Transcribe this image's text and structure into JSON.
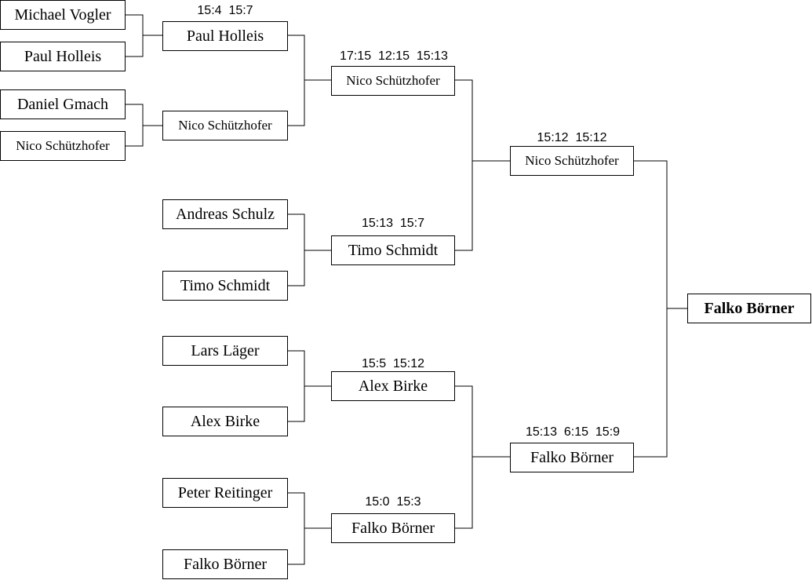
{
  "bracket": {
    "round1": [
      {
        "name": "Michael Vogler"
      },
      {
        "name": "Paul Holleis"
      },
      {
        "name": "Daniel Gmach"
      },
      {
        "name": "Nico Schützhofer"
      }
    ],
    "round2": [
      {
        "name": "Paul Holleis",
        "score": "15:4  15:7"
      },
      {
        "name": "Nico Schützhofer"
      },
      {
        "name": "Andreas Schulz"
      },
      {
        "name": "Timo Schmidt"
      },
      {
        "name": "Lars Läger"
      },
      {
        "name": "Alex Birke"
      },
      {
        "name": "Peter Reitinger"
      },
      {
        "name": "Falko Börner"
      }
    ],
    "quarterfinals": [
      {
        "name": "Nico Schützhofer",
        "score": "17:15  12:15  15:13"
      },
      {
        "name": "Timo Schmidt",
        "score": "15:13  15:7"
      },
      {
        "name": "Alex Birke",
        "score": "15:5  15:12"
      },
      {
        "name": "Falko Börner",
        "score": "15:0  15:3"
      }
    ],
    "semifinals": [
      {
        "name": "Nico Schützhofer",
        "score": "15:12  15:12"
      },
      {
        "name": "Falko Börner",
        "score": "15:13  6:15  15:9"
      }
    ],
    "champion": {
      "name": "Falko Börner"
    }
  }
}
